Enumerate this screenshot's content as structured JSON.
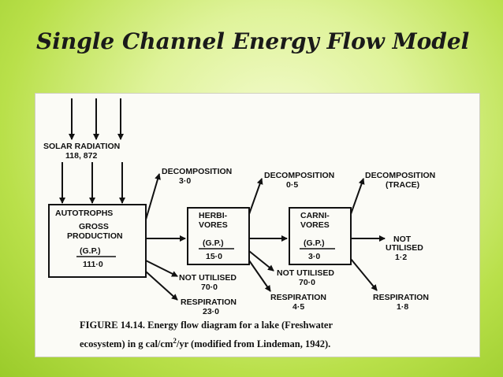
{
  "title": "Single Channel Energy Flow Model",
  "diagram": {
    "solar": {
      "label": "SOLAR RADIATION",
      "value": "118, 872"
    },
    "autotrophs": {
      "name": "AUTOTROPHS",
      "line2": "GROSS",
      "line3": "PRODUCTION",
      "gp_label": "(G.P.)",
      "gp_value": "111·0"
    },
    "herbivores": {
      "line1": "HERBI-",
      "line2": "VORES",
      "gp_label": "(G.P.)",
      "gp_value": "15·0"
    },
    "carnivores": {
      "line1": "CARNI-",
      "line2": "VORES",
      "gp_label": "(G.P.)",
      "gp_value": "3·0"
    },
    "auto_decomp": {
      "label": "DECOMPOSITION",
      "value": "3·0"
    },
    "auto_not_utilised": {
      "label": "NOT UTILISED",
      "value": "70·0"
    },
    "auto_respiration": {
      "label": "RESPIRATION",
      "value": "23·0"
    },
    "herb_decomp": {
      "label": "DECOMPOSITION",
      "value": "0·5"
    },
    "herb_not_utilised": {
      "label": "NOT UTILISED",
      "value": "70·0"
    },
    "herb_respiration": {
      "label": "RESPIRATION",
      "value": "4·5"
    },
    "carn_decomp": {
      "label": "DECOMPOSITION",
      "value": "(TRACE)"
    },
    "carn_not_utilised": {
      "line1": "NOT",
      "line2": "UTILISED",
      "value": "1·2"
    },
    "carn_respiration": {
      "label": "RESPIRATION",
      "value": "1·8"
    },
    "caption_line1": "FIGURE 14.14.  Energy flow diagram for a lake (Freshwater",
    "caption_line2_a": "ecosystem) in g cal/cm",
    "caption_sup": "2",
    "caption_line2_b": "/yr (modified from Lindeman, 1942)."
  }
}
